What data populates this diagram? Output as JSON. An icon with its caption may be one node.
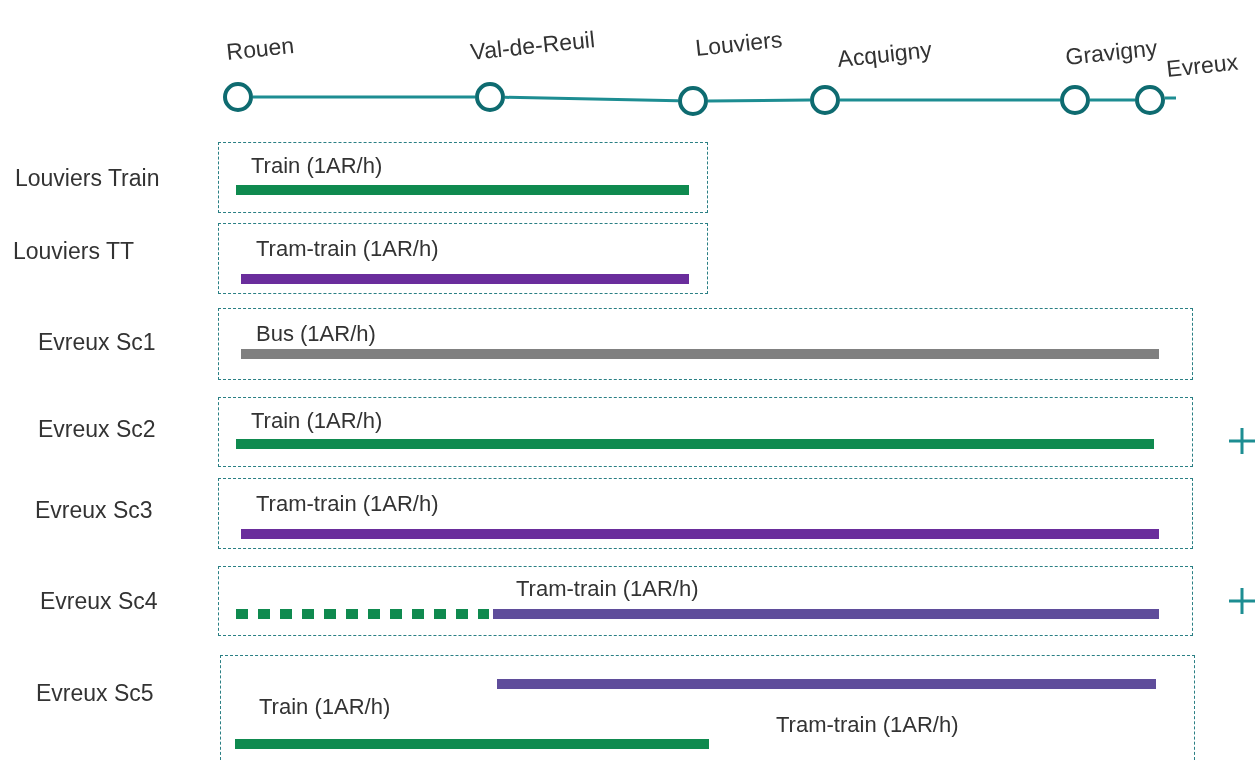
{
  "diagram": {
    "nodes": [
      {
        "text": [
          "Rouen"
        ]
      },
      {
        "text": [
          "Val-de-Reuil"
        ]
      },
      {
        "text": [
          "Louviers"
        ]
      },
      {
        "text": [
          "Acquigny"
        ]
      },
      {
        "text": [
          "Gravigny"
        ]
      },
      {
        "text": [
          "Evreux"
        ]
      },
      {
        "text": [
          "Train (1AR/h)"
        ],
        "beside": [
          "Louviers Train"
        ]
      },
      {
        "text": [
          "Tram-train (1AR/h)"
        ],
        "beside": [
          "Louviers TT"
        ]
      },
      {
        "text": [
          "Bus (1AR/h)"
        ],
        "beside": [
          "Evreux Sc1"
        ]
      },
      {
        "text": [
          "Train (1AR/h)"
        ],
        "beside": [
          "Evreux Sc2"
        ]
      },
      {
        "text": [
          "Tram-train (1AR/h)"
        ],
        "beside": [
          "Evreux Sc3"
        ]
      },
      {
        "text": [
          "Tram-train (1AR/h)"
        ],
        "beside": [
          "Evreux Sc4"
        ]
      },
      {
        "text": [
          "Train (1AR/h)",
          "Tram-train (1AR/h)"
        ],
        "beside": [
          "Evreux Sc5"
        ]
      }
    ],
    "edges": [
      {
        "from": 0,
        "to": 1,
        "arrow": "none"
      },
      {
        "from": 1,
        "to": 2,
        "arrow": "none"
      },
      {
        "from": 2,
        "to": 3,
        "arrow": "none"
      },
      {
        "from": 3,
        "to": 4,
        "arrow": "none"
      },
      {
        "from": 4,
        "to": 5,
        "arrow": "none"
      }
    ]
  }
}
